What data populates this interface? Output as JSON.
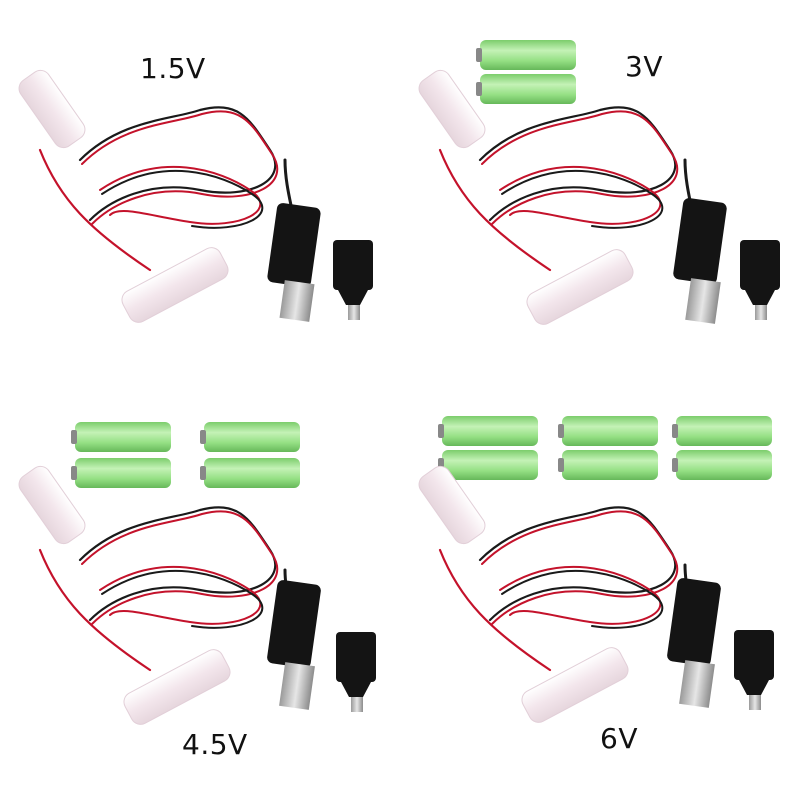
{
  "panels": [
    {
      "id": "1-5v",
      "voltage": "1.5V"
    },
    {
      "id": "3v",
      "voltage": "3V"
    },
    {
      "id": "4-5v",
      "voltage": "4.5V"
    },
    {
      "id": "6v",
      "voltage": "6V"
    }
  ],
  "colors": {
    "battery_green": "#9be38c",
    "wire_red": "#c4122b",
    "wire_black": "#1a1a1a",
    "dummy_cell": "#f5e9ef",
    "usb_body": "#141414",
    "usb_metal": "#c9c9c9"
  },
  "icons": [
    "battery-icon",
    "dummy-cell-icon",
    "usb-plug-icon",
    "usb-c-adapter-icon",
    "cable-icon"
  ]
}
